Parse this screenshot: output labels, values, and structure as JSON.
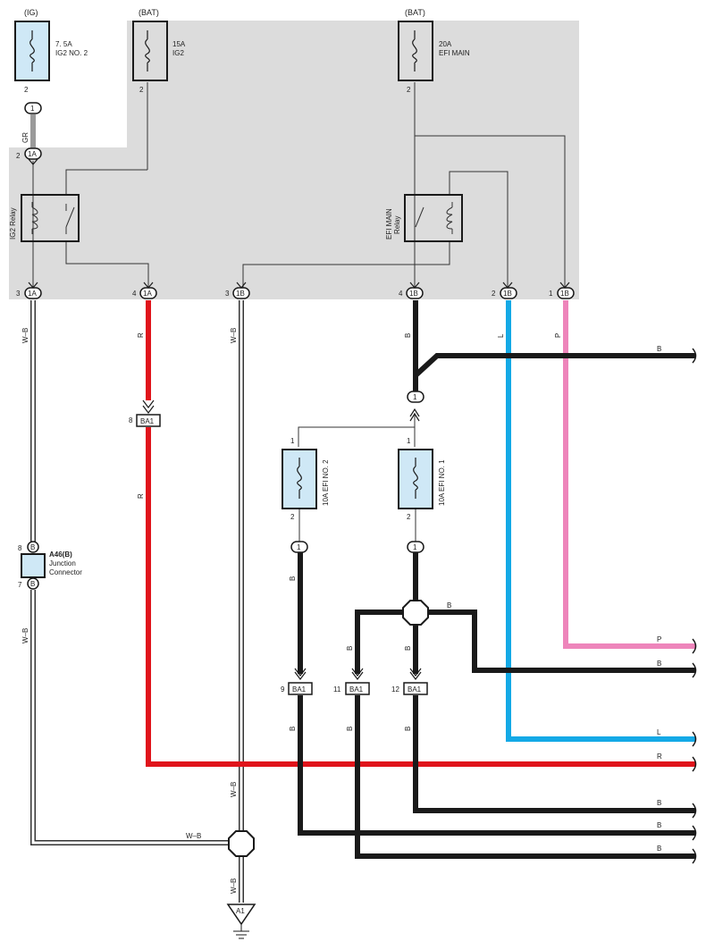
{
  "fuses": [
    {
      "top": "(IG)",
      "rating": "7. 5A",
      "name": "IG2 NO. 2",
      "pin_out": "2"
    },
    {
      "top": "(BAT)",
      "rating": "15A",
      "name": "IG2",
      "pin_out": "2"
    },
    {
      "top": "(BAT)",
      "rating": "20A",
      "name": "EFI MAIN",
      "pin_out": "2"
    },
    {
      "label": "10A EFI NO. 2",
      "pin_in": "1",
      "pin_out": "2"
    },
    {
      "label": "10A EFI NO. 1",
      "pin_in": "1",
      "pin_out": "2"
    }
  ],
  "relays": [
    {
      "label": "IG2 Relay"
    },
    {
      "label_line1": "EFI MAIN",
      "label_line2": "Relay"
    }
  ],
  "connectors_top": [
    {
      "pin": "2",
      "id": "1A"
    },
    {
      "pin": "3",
      "id": "1A"
    },
    {
      "pin": "4",
      "id": "1A"
    },
    {
      "pin": "3",
      "id": "1B"
    },
    {
      "pin": "4",
      "id": "1B"
    },
    {
      "pin": "2",
      "id": "1B"
    },
    {
      "pin": "1",
      "id": "1B"
    }
  ],
  "pin_one": "1",
  "junction_ba1": [
    {
      "pin": "8",
      "id": "BA1"
    },
    {
      "pin": "9",
      "id": "BA1"
    },
    {
      "pin": "11",
      "id": "BA1"
    },
    {
      "pin": "12",
      "id": "BA1"
    }
  ],
  "junction_connector": {
    "code": "A46(B)",
    "name_line1": "Junction",
    "name_line2": "Connector",
    "pin_top": "8",
    "pin_bottom": "7",
    "letter": "B"
  },
  "ground": {
    "id": "A1"
  },
  "wire_colors": {
    "GR": "GR",
    "WB": "W–B",
    "R": "R",
    "B": "B",
    "L": "L",
    "P": "P"
  },
  "colors": {
    "red": "#e0141b",
    "blue": "#14a9e6",
    "pink": "#ee85bb",
    "black": "#1a1a1a",
    "gray": "#9a9a9a",
    "panel": "#dcdcdc",
    "fuse_fill": "#cfe8f6"
  }
}
